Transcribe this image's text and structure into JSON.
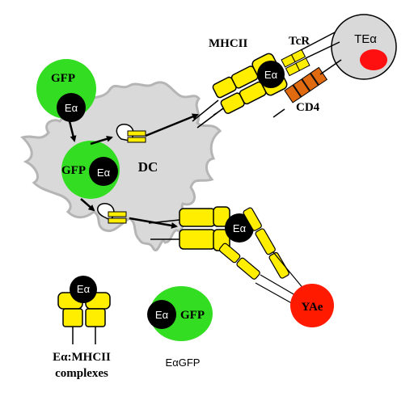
{
  "labels": {
    "gfp_top": "GFP",
    "ea_top": "Eα",
    "gfp_mid": "GFP",
    "ea_mid": "Eα",
    "dc": "DC",
    "mhcii": "MHCII",
    "tcr": "TcR",
    "ea_complex_top": "Eα",
    "tea": "TEα",
    "cd4": "CD4",
    "ea_complex_bottom": "Eα",
    "yae": "YAe",
    "ea_legend": "Eα",
    "legend_complex_line1": "Eα:MHCII",
    "legend_complex_line2": "complexes",
    "ea_gfp_ea": "Eα",
    "ea_gfp_gfp": "GFP",
    "ea_gfp_caption": "EαGFP"
  },
  "colors": {
    "gfp_green": "#33dd22",
    "mhc_yellow": "#ffee00",
    "black": "#000000",
    "cell_gray": "#d9d9d9",
    "cd4_orange": "#e06a10",
    "yae_red": "#ff1a00",
    "tea_red": "#ff1010"
  }
}
